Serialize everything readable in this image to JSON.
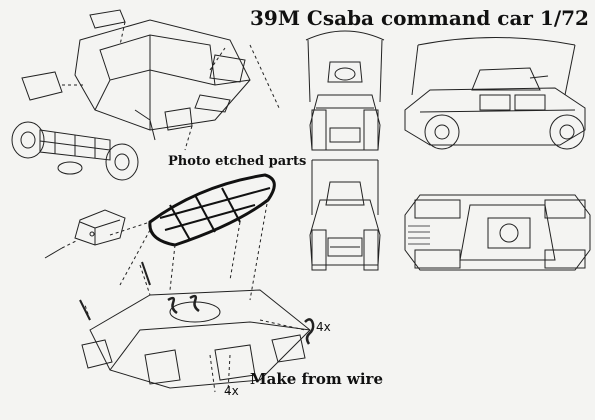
{
  "title": "39M Csaba command car 1/72",
  "labels": {
    "photo_etched": "Photo etched parts",
    "make_from_wire": "Make from wire",
    "count_hooks": "4x",
    "count_wire": "4x"
  },
  "colors": {
    "paper": "#f4f4f2",
    "ink": "#111111"
  }
}
